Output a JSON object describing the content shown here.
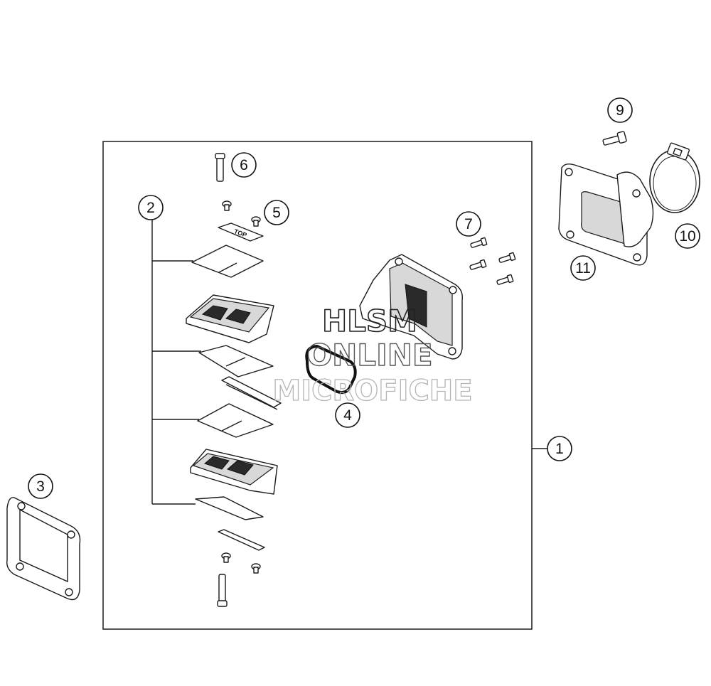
{
  "callouts": {
    "c1": "1",
    "c2": "2",
    "c3": "3",
    "c4": "4",
    "c5": "5",
    "c6": "6",
    "c7": "7",
    "c9": "9",
    "c10": "10",
    "c11": "11"
  },
  "reed_stamp": "TOP",
  "watermark": {
    "line1": "HLSM",
    "line2": "ONLINE",
    "line3": "MICROFICHE"
  }
}
